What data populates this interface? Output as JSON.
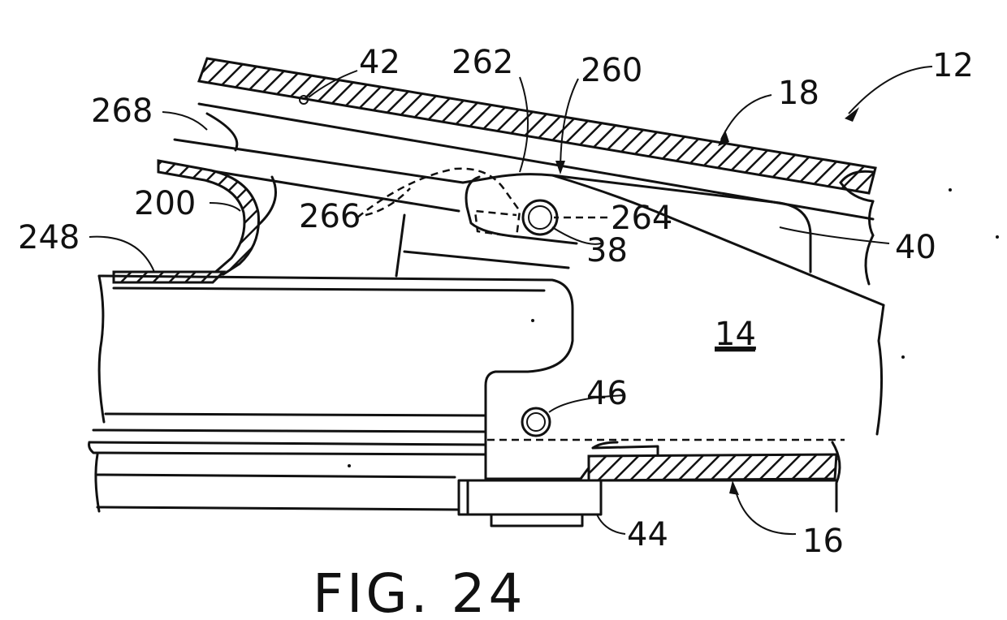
{
  "figure": {
    "caption": "FIG. 24",
    "labels": {
      "l12": "12",
      "l18": "18",
      "l42": "42",
      "l262": "262",
      "l260": "260",
      "l268": "268",
      "l200": "200",
      "l266": "266",
      "l264": "264",
      "l38": "38",
      "l40": "40",
      "l248": "248",
      "l14": "14",
      "l46": "46",
      "l44": "44",
      "l16": "16"
    }
  }
}
